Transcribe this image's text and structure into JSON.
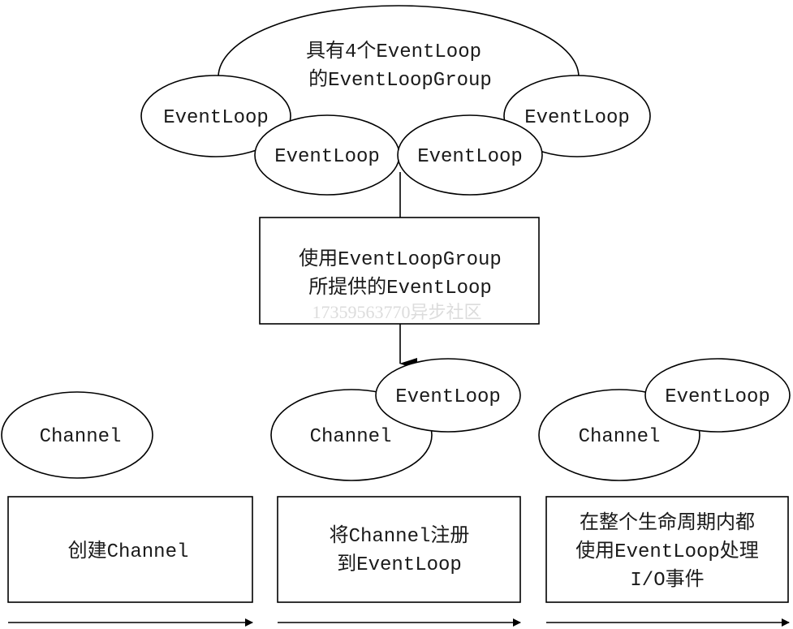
{
  "group": {
    "label_line1": "具有4个EventLoop",
    "label_line2": "的EventLoopGroup",
    "loops": [
      "EventLoop",
      "EventLoop",
      "EventLoop",
      "EventLoop"
    ]
  },
  "provider_box": {
    "line1": "使用EventLoopGroup",
    "line2": "所提供的EventLoop"
  },
  "watermark": "17359563770异步社区",
  "stages": [
    {
      "channel": "Channel",
      "loop": "",
      "lines": [
        "创建Channel"
      ]
    },
    {
      "channel": "Channel",
      "loop": "EventLoop",
      "lines": [
        "将Channel注册",
        "到EventLoop"
      ]
    },
    {
      "channel": "Channel",
      "loop": "EventLoop",
      "lines": [
        "在整个生命周期内都",
        "使用EventLoop处理",
        "I/O事件"
      ]
    }
  ],
  "colors": {
    "stroke": "#000000",
    "text": "#1a1a1a",
    "watermark": "#dcdcdc"
  }
}
